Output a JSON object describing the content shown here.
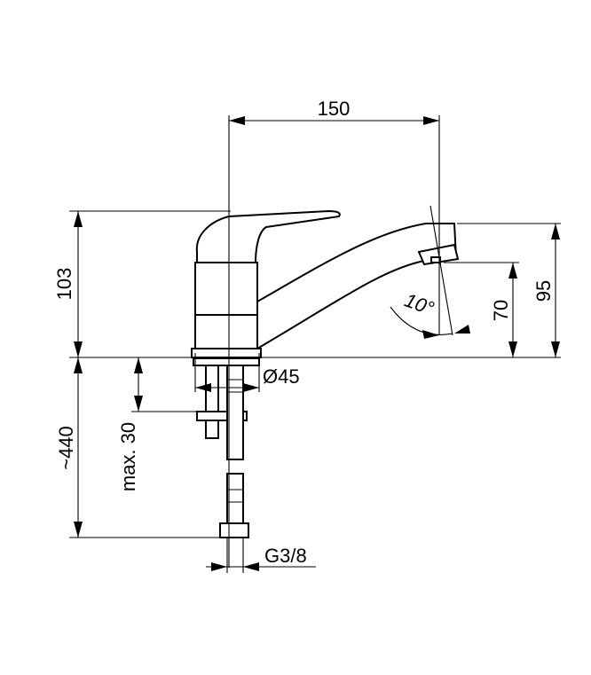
{
  "dimensions": {
    "width_spout": "150",
    "height_total": "103",
    "height_spout_outer": "95",
    "height_spout_inner": "70",
    "angle": "10°",
    "diameter": "Ø45",
    "hose_length": "~440",
    "deck_thickness": "max. 30",
    "thread": "G3/8"
  }
}
